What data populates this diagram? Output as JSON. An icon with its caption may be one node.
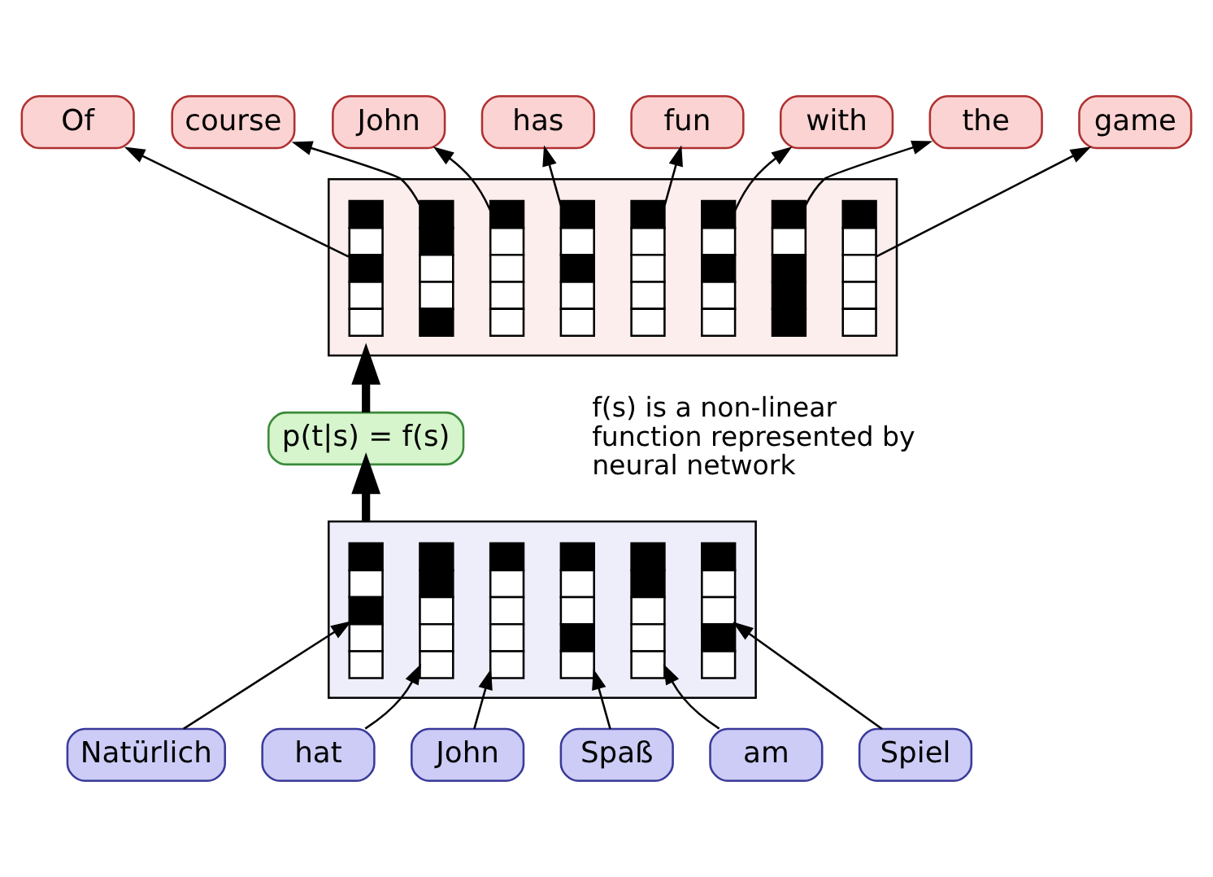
{
  "diagram": {
    "nodes": [
      {
        "text": [
          "Of"
        ]
      },
      {
        "text": [
          "course"
        ]
      },
      {
        "text": [
          "John"
        ]
      },
      {
        "text": [
          "has"
        ]
      },
      {
        "text": [
          "fun"
        ]
      },
      {
        "text": [
          "with"
        ]
      },
      {
        "text": [
          "the"
        ]
      },
      {
        "text": [
          "game"
        ]
      },
      {
        "text": [],
        "shape": "box"
      },
      {
        "text": [],
        "shape": "bar",
        "in": 8
      },
      {
        "text": [],
        "shape": "bar",
        "in": 8
      },
      {
        "text": [],
        "shape": "bar",
        "in": 8
      },
      {
        "text": [],
        "shape": "bar",
        "in": 8
      },
      {
        "text": [],
        "shape": "bar",
        "in": 8
      },
      {
        "text": [],
        "shape": "bar",
        "in": 8
      },
      {
        "text": [],
        "shape": "bar",
        "in": 8
      },
      {
        "text": [],
        "shape": "bar",
        "in": 8
      },
      {
        "text": [
          "p(t|s) = f(s)"
        ]
      },
      {
        "text": [],
        "shape": "box"
      },
      {
        "text": [],
        "shape": "bar",
        "in": 18
      },
      {
        "text": [],
        "shape": "bar",
        "in": 18
      },
      {
        "text": [],
        "shape": "bar",
        "in": 18
      },
      {
        "text": [],
        "shape": "bar",
        "in": 18
      },
      {
        "text": [],
        "shape": "bar",
        "in": 18
      },
      {
        "text": [],
        "shape": "bar",
        "in": 18
      },
      {
        "text": [
          "Natürlich"
        ]
      },
      {
        "text": [
          "hat"
        ]
      },
      {
        "text": [
          "John"
        ]
      },
      {
        "text": [
          "Spaß"
        ]
      },
      {
        "text": [
          "am"
        ]
      },
      {
        "text": [
          "Spiel"
        ]
      }
    ],
    "edges": [
      {
        "from": 9,
        "to": 0,
        "arrow": "to"
      },
      {
        "from": 10,
        "to": 1,
        "arrow": "to"
      },
      {
        "from": 11,
        "to": 2,
        "arrow": "to"
      },
      {
        "from": 12,
        "to": 3,
        "arrow": "to"
      },
      {
        "from": 13,
        "to": 4,
        "arrow": "to"
      },
      {
        "from": 14,
        "to": 5,
        "arrow": "to"
      },
      {
        "from": 15,
        "to": 6,
        "arrow": "to"
      },
      {
        "from": 16,
        "to": 7,
        "arrow": "to"
      },
      {
        "from": 17,
        "to": 8,
        "arrow": "to",
        "style": "thick"
      },
      {
        "from": 18,
        "to": 17,
        "arrow": "to",
        "style": "thick"
      },
      {
        "from": 25,
        "to": 19,
        "arrow": "to"
      },
      {
        "from": 26,
        "to": 20,
        "arrow": "to"
      },
      {
        "from": 27,
        "to": 21,
        "arrow": "to"
      },
      {
        "from": 28,
        "to": 22,
        "arrow": "to"
      },
      {
        "from": 29,
        "to": 23,
        "arrow": "to"
      },
      {
        "from": 30,
        "to": 24,
        "arrow": "to"
      }
    ],
    "labels": [
      "f(s) is a non-linear function represented by neural network"
    ]
  }
}
